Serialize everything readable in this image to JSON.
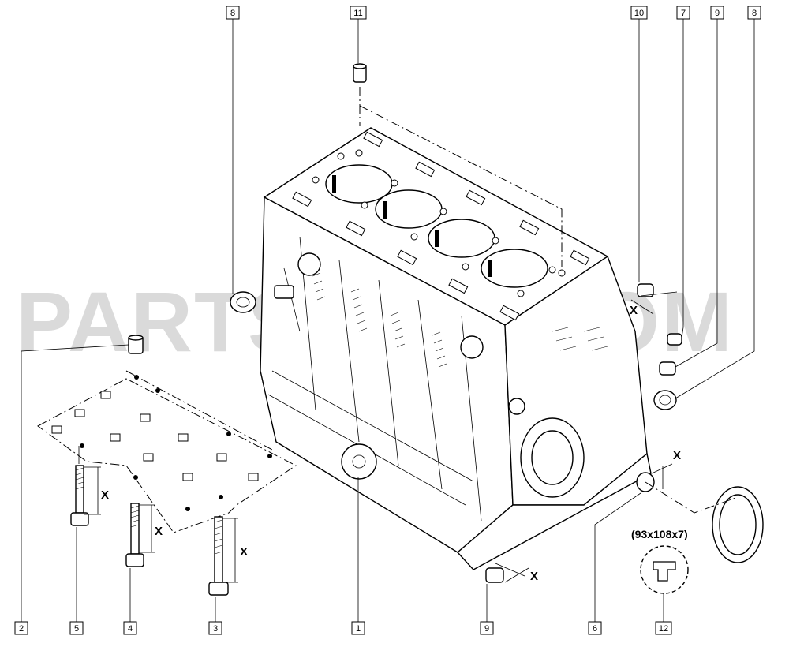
{
  "callouts_top": [
    {
      "id": "top-8-left",
      "label": "8"
    },
    {
      "id": "top-11",
      "label": "11"
    },
    {
      "id": "top-10",
      "label": "10"
    },
    {
      "id": "top-7",
      "label": "7"
    },
    {
      "id": "top-9",
      "label": "9"
    },
    {
      "id": "top-8-right",
      "label": "8"
    }
  ],
  "callouts_bottom": [
    {
      "id": "bottom-2",
      "label": "2"
    },
    {
      "id": "bottom-5",
      "label": "5"
    },
    {
      "id": "bottom-4",
      "label": "4"
    },
    {
      "id": "bottom-3",
      "label": "3"
    },
    {
      "id": "bottom-1",
      "label": "1"
    },
    {
      "id": "bottom-9",
      "label": "9"
    },
    {
      "id": "bottom-6",
      "label": "6"
    },
    {
      "id": "bottom-12",
      "label": "12"
    }
  ],
  "dimension_label": "X",
  "seal_spec": "(93x108x7)",
  "watermark": "PARTSOUQ.COM"
}
